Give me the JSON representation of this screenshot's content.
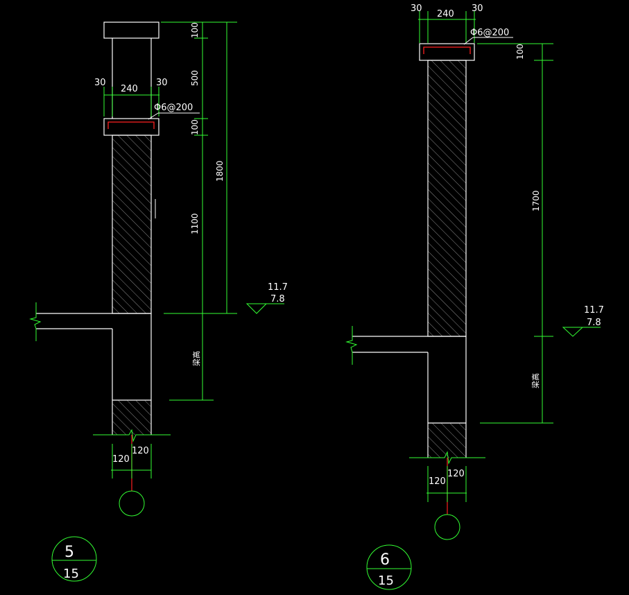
{
  "colors": {
    "background": "#000000",
    "outline": "#ffffff",
    "dimension": "#33ff33",
    "rebar": "#ff2020",
    "hatch": "#c8c8c8",
    "text": "#ffffff"
  },
  "detail_5": {
    "dim_top_left": "30",
    "dim_top_mid": "240",
    "dim_top_right": "30",
    "rebar_label": "Φ6@200",
    "dim_v_100a": "100",
    "dim_v_500": "500",
    "dim_v_100b": "100",
    "dim_v_1100": "1100",
    "dim_v_1800": "1800",
    "dim_beam": "梁高",
    "elev_upper": "11.7",
    "elev_lower": "7.8",
    "dim_bottom_left": "120",
    "dim_bottom_right": "120",
    "tag_number": "5",
    "tag_sheet": "15"
  },
  "detail_6": {
    "dim_top_left": "30",
    "dim_top_mid": "240",
    "dim_top_right": "30",
    "rebar_label": "Φ6@200",
    "dim_v_100": "100",
    "dim_v_1700": "1700",
    "dim_beam": "梁高",
    "elev_upper": "11.7",
    "elev_lower": "7.8",
    "dim_bottom_left": "120",
    "dim_bottom_right": "120",
    "tag_number": "6",
    "tag_sheet": "15"
  }
}
